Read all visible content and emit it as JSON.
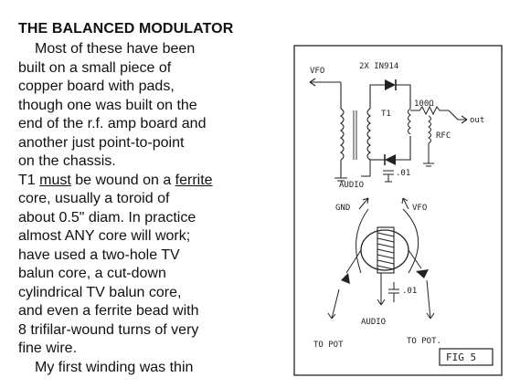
{
  "article": {
    "title": "THE BALANCED MODULATOR",
    "lines": [
      "Most of these have been",
      "built on a small piece of",
      "copper board with pads,",
      "though one was built on the",
      "end of the r.f. amp board and",
      "another just point-to-point",
      "on the chassis."
    ],
    "line_t1_pre": "T1 ",
    "line_t1_must": "must",
    "line_t1_mid": " be wound on a ",
    "line_t1_ferrite": "ferrite",
    "lines2": [
      "core, usually a toroid of",
      "about 0.5\" diam. In practice",
      "almost ANY core will work;",
      "have used a two-hole TV",
      "balun core, a cut-down",
      "cylindrical TV balun core,",
      "and even a ferrite bead with",
      "8 trifilar-wound turns of very",
      "fine wire."
    ],
    "last_line": "My first winding was thin"
  },
  "figure": {
    "labels": {
      "vfo_top": "VFO",
      "diodes": "2X IN914",
      "t1": "T1",
      "resistor": "100Ω",
      "out": "out",
      "rfc": "RFC",
      "cap1": ".01",
      "audio_top": "AUDIO",
      "gnd": "GND",
      "vfo_bottom": "VFO",
      "cap2": ".01",
      "audio_bottom": "AUDIO",
      "to_pot_left": "TO POT",
      "to_pot_right": "TO POT.",
      "fig": "FIG 5"
    }
  }
}
